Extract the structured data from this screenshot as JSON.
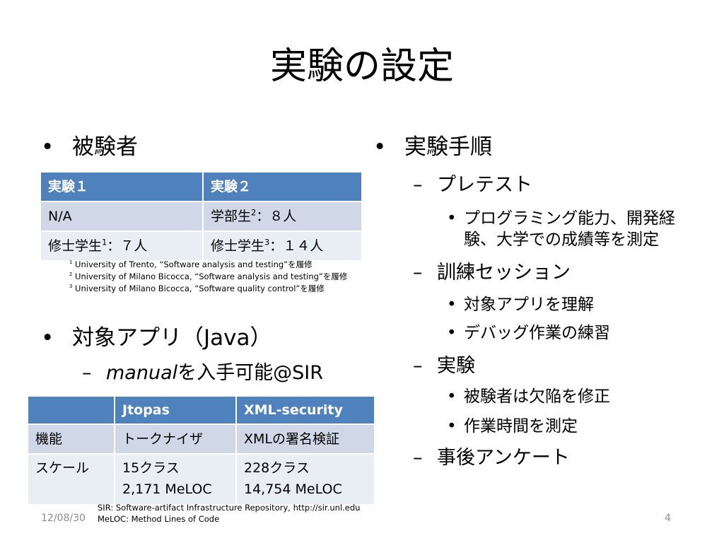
{
  "title": "実験の設定",
  "left": {
    "subjects_label": "被験者",
    "table1": {
      "headers": [
        "実験１",
        "実験２"
      ],
      "rows": [
        {
          "c0": "N/A",
          "c1": "学部生",
          "c1_sup": "2",
          "c1_rest": "：８人"
        },
        {
          "c0": "修士学生",
          "c0_sup": "1",
          "c0_rest": "：７人",
          "c1": "修士学生",
          "c1_sup": "3",
          "c1_rest": "：１４人"
        }
      ]
    },
    "footnotes": [
      {
        "num": "1",
        "text": " University of Trento, “Software analysis and testing”を履修"
      },
      {
        "num": "2",
        "text": " University of Milano Bicocca, “Software analysis and testing”を履修"
      },
      {
        "num": "3",
        "text": " University of Milano Bicocca, “Software quality control”を履修"
      }
    ],
    "apps_label": "対象アプリ（Java）",
    "manual_italic": "manual",
    "manual_rest": "を入手可能@SIR",
    "table2": {
      "headers": [
        "",
        "Jtopas",
        "XML-security"
      ],
      "rows": [
        [
          "機能",
          "トークナイザ",
          "XMLの署名検証"
        ],
        [
          "スケール",
          "15クラス",
          "228クラス"
        ]
      ],
      "row2_line2": [
        "2,171 MeLOC",
        "14,754 MeLOC"
      ]
    }
  },
  "right": {
    "procedure_label": "実験手順",
    "pretest": "プレテスト",
    "pretest_item": "プログラミング能力、開発経験、大学での成績等を測定",
    "training": "訓練セッション",
    "training_items": [
      "対象アプリを理解",
      "デバッグ作業の練習"
    ],
    "experiment": "実験",
    "experiment_items": [
      "被験者は欠陥を修正",
      "作業時間を測定"
    ],
    "survey": "事後アンケート"
  },
  "bottom_notes": [
    "SIR: Software-artifact Infrastructure Repository, http://sir.unl.edu",
    "MeLOC: Method Lines of Code"
  ],
  "footer": {
    "date": "12/08/30",
    "page": "4"
  }
}
